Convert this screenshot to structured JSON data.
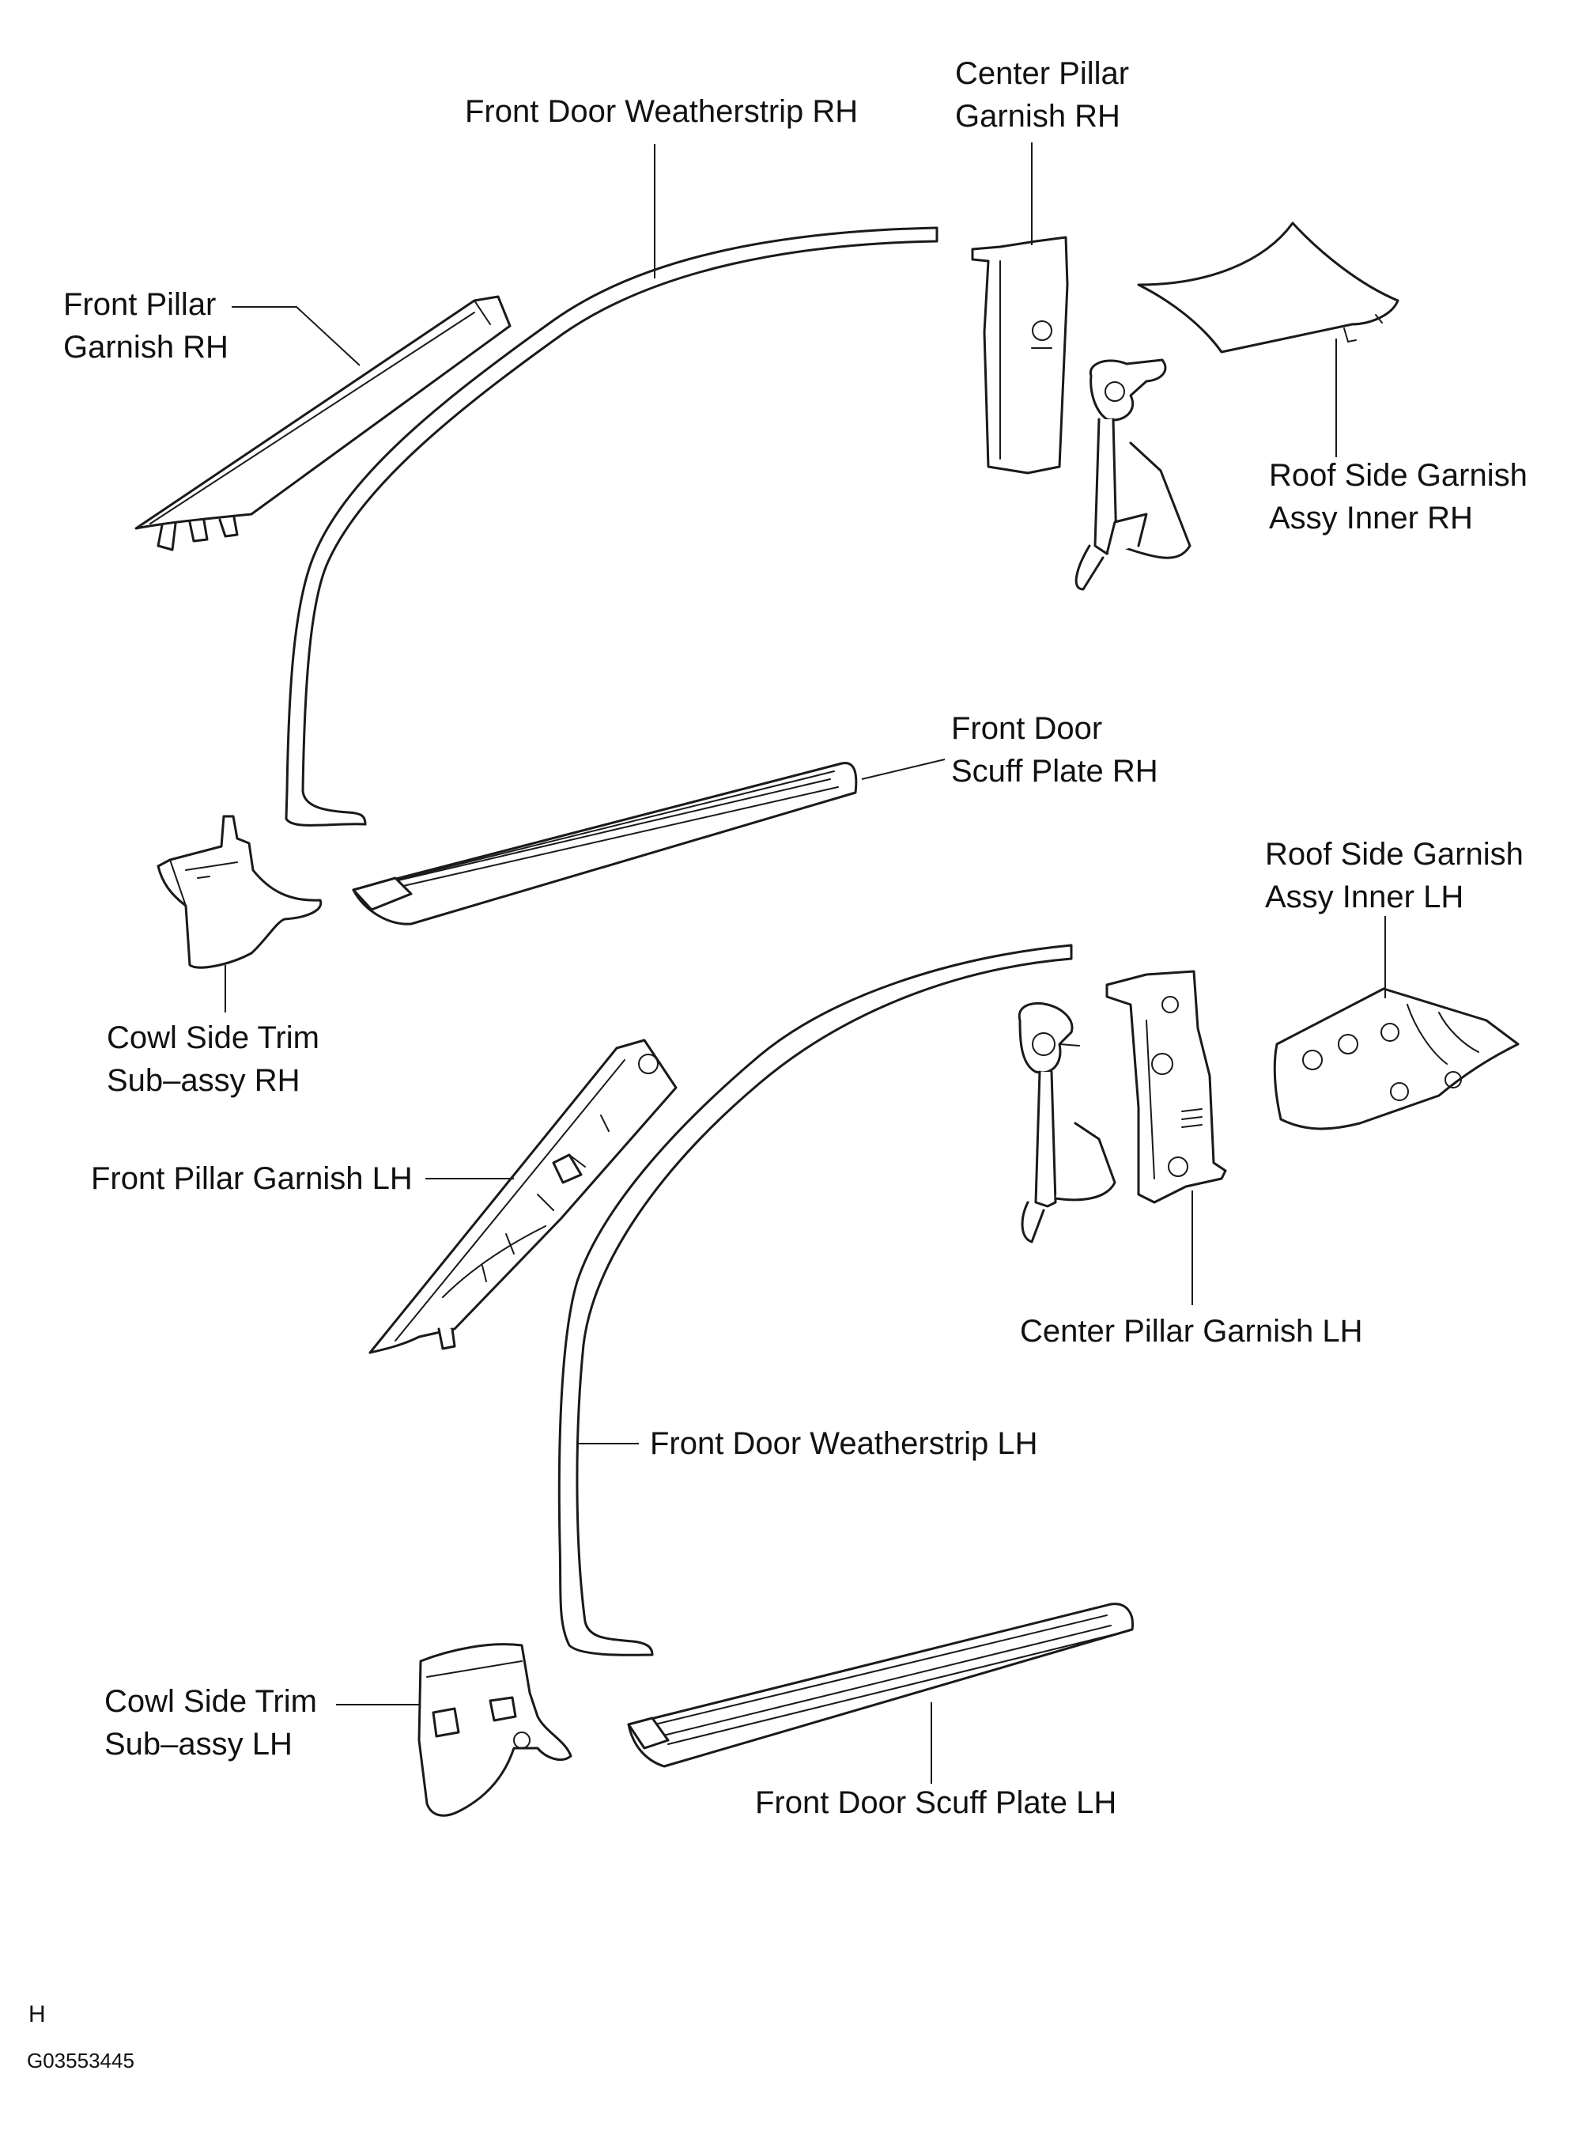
{
  "labels": {
    "front_door_weatherstrip_rh": "Front Door Weatherstrip RH",
    "center_pillar_garnish_rh_1": "Center Pillar",
    "center_pillar_garnish_rh_2": "Garnish RH",
    "front_pillar_garnish_rh_1": "Front Pillar",
    "front_pillar_garnish_rh_2": "Garnish RH",
    "roof_side_garnish_rh_1": "Roof Side Garnish",
    "roof_side_garnish_rh_2": "Assy Inner RH",
    "front_door_scuff_plate_rh_1": "Front Door",
    "front_door_scuff_plate_rh_2": "Scuff Plate RH",
    "roof_side_garnish_lh_1": "Roof Side Garnish",
    "roof_side_garnish_lh_2": "Assy Inner LH",
    "cowl_side_trim_rh_1": "Cowl Side Trim",
    "cowl_side_trim_rh_2": "Sub–assy RH",
    "front_pillar_garnish_lh": "Front Pillar Garnish LH",
    "center_pillar_garnish_lh": "Center Pillar Garnish LH",
    "front_door_weatherstrip_lh": "Front Door Weatherstrip LH",
    "cowl_side_trim_lh_1": "Cowl Side Trim",
    "cowl_side_trim_lh_2": "Sub–assy LH",
    "front_door_scuff_plate_lh": "Front Door Scuff Plate LH"
  },
  "footer": {
    "letter": "H",
    "code": "G03553445"
  }
}
